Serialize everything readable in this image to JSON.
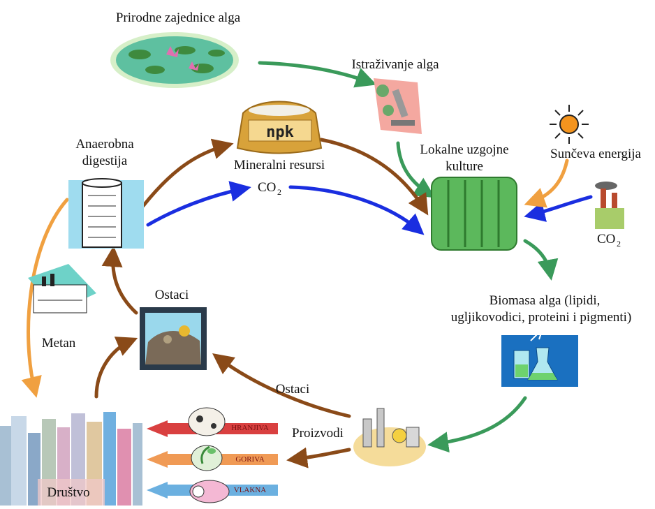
{
  "labels": {
    "natural_communities": "Prirodne zajednice alga",
    "research": "Istraživanje alga",
    "anaerobic_1": "Anaerobna",
    "anaerobic_2": "digestija",
    "mineral": "Mineralni resursi",
    "co2_base": "CO",
    "co2_sub": "2",
    "local_1": "Lokalne uzgojne",
    "local_2": "kulture",
    "sun": "Sunčeva energija",
    "factory_co2_base": "CO",
    "factory_co2_sub": "2",
    "biomass_1": "Biomasa alga (lipidi,",
    "biomass_2": "ugljikovodici, proteini i pigmenti)",
    "residues_top": "Ostaci",
    "residues_mid": "Ostaci",
    "metan": "Metan",
    "products": "Proizvodi",
    "society": "Društvo",
    "npk": "npk",
    "hranjiva": "HRANJIVA",
    "goriva": "GORIVA",
    "vlakna": "VLAKNA"
  },
  "colors": {
    "green_arrow": "#3a9a5a",
    "brown_arrow": "#8a4a18",
    "blue_arrow": "#1a2ee0",
    "orange_arrow": "#f0a040",
    "tube_green": "#5cb85c",
    "arrow_red": "#d94040",
    "arrow_orange": "#f09a55",
    "arrow_blue": "#6bb0e0"
  },
  "icons": [
    "pond-icon",
    "microscope-icon",
    "npk-sack-icon",
    "anaerobic-tank-icon",
    "photobioreactor-icon",
    "sun-icon",
    "factory-icon",
    "lab-flask-icon",
    "landfill-icon",
    "power-plant-icon",
    "city-icon",
    "refinery-icon",
    "cow-icon",
    "plant-icon",
    "paper-roll-icon"
  ]
}
